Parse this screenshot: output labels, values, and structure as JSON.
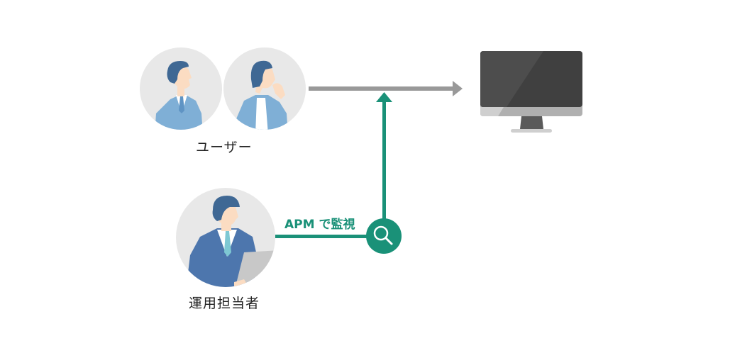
{
  "diagram": {
    "users": {
      "label": "ユーザー",
      "icons": [
        "businessman-avatar-icon",
        "businesswoman-avatar-icon"
      ]
    },
    "operator": {
      "label": "運用担当者",
      "icon": "operator-with-laptop-icon"
    },
    "target": {
      "icon": "desktop-monitor-icon"
    },
    "monitoring": {
      "label": "APM で監視",
      "icon": "magnifier-icon"
    },
    "edges": [
      {
        "from": "users",
        "to": "target",
        "style": "gray-arrow"
      },
      {
        "from": "operator",
        "to": "users-target-flow",
        "style": "green-arrow",
        "via": "magnifier"
      }
    ],
    "colors": {
      "accent_green": "#1a9178",
      "arrow_gray": "#999999",
      "avatar_bg": "#e8e8e8",
      "hair": "#3f6894",
      "user_suit": "#7fafd6",
      "operator_suit": "#4d76ad",
      "tie": "#7ec8d3",
      "skin": "#fbdcc2",
      "monitor_screen": "#404040",
      "monitor_frame": "#b0b0b0"
    }
  }
}
